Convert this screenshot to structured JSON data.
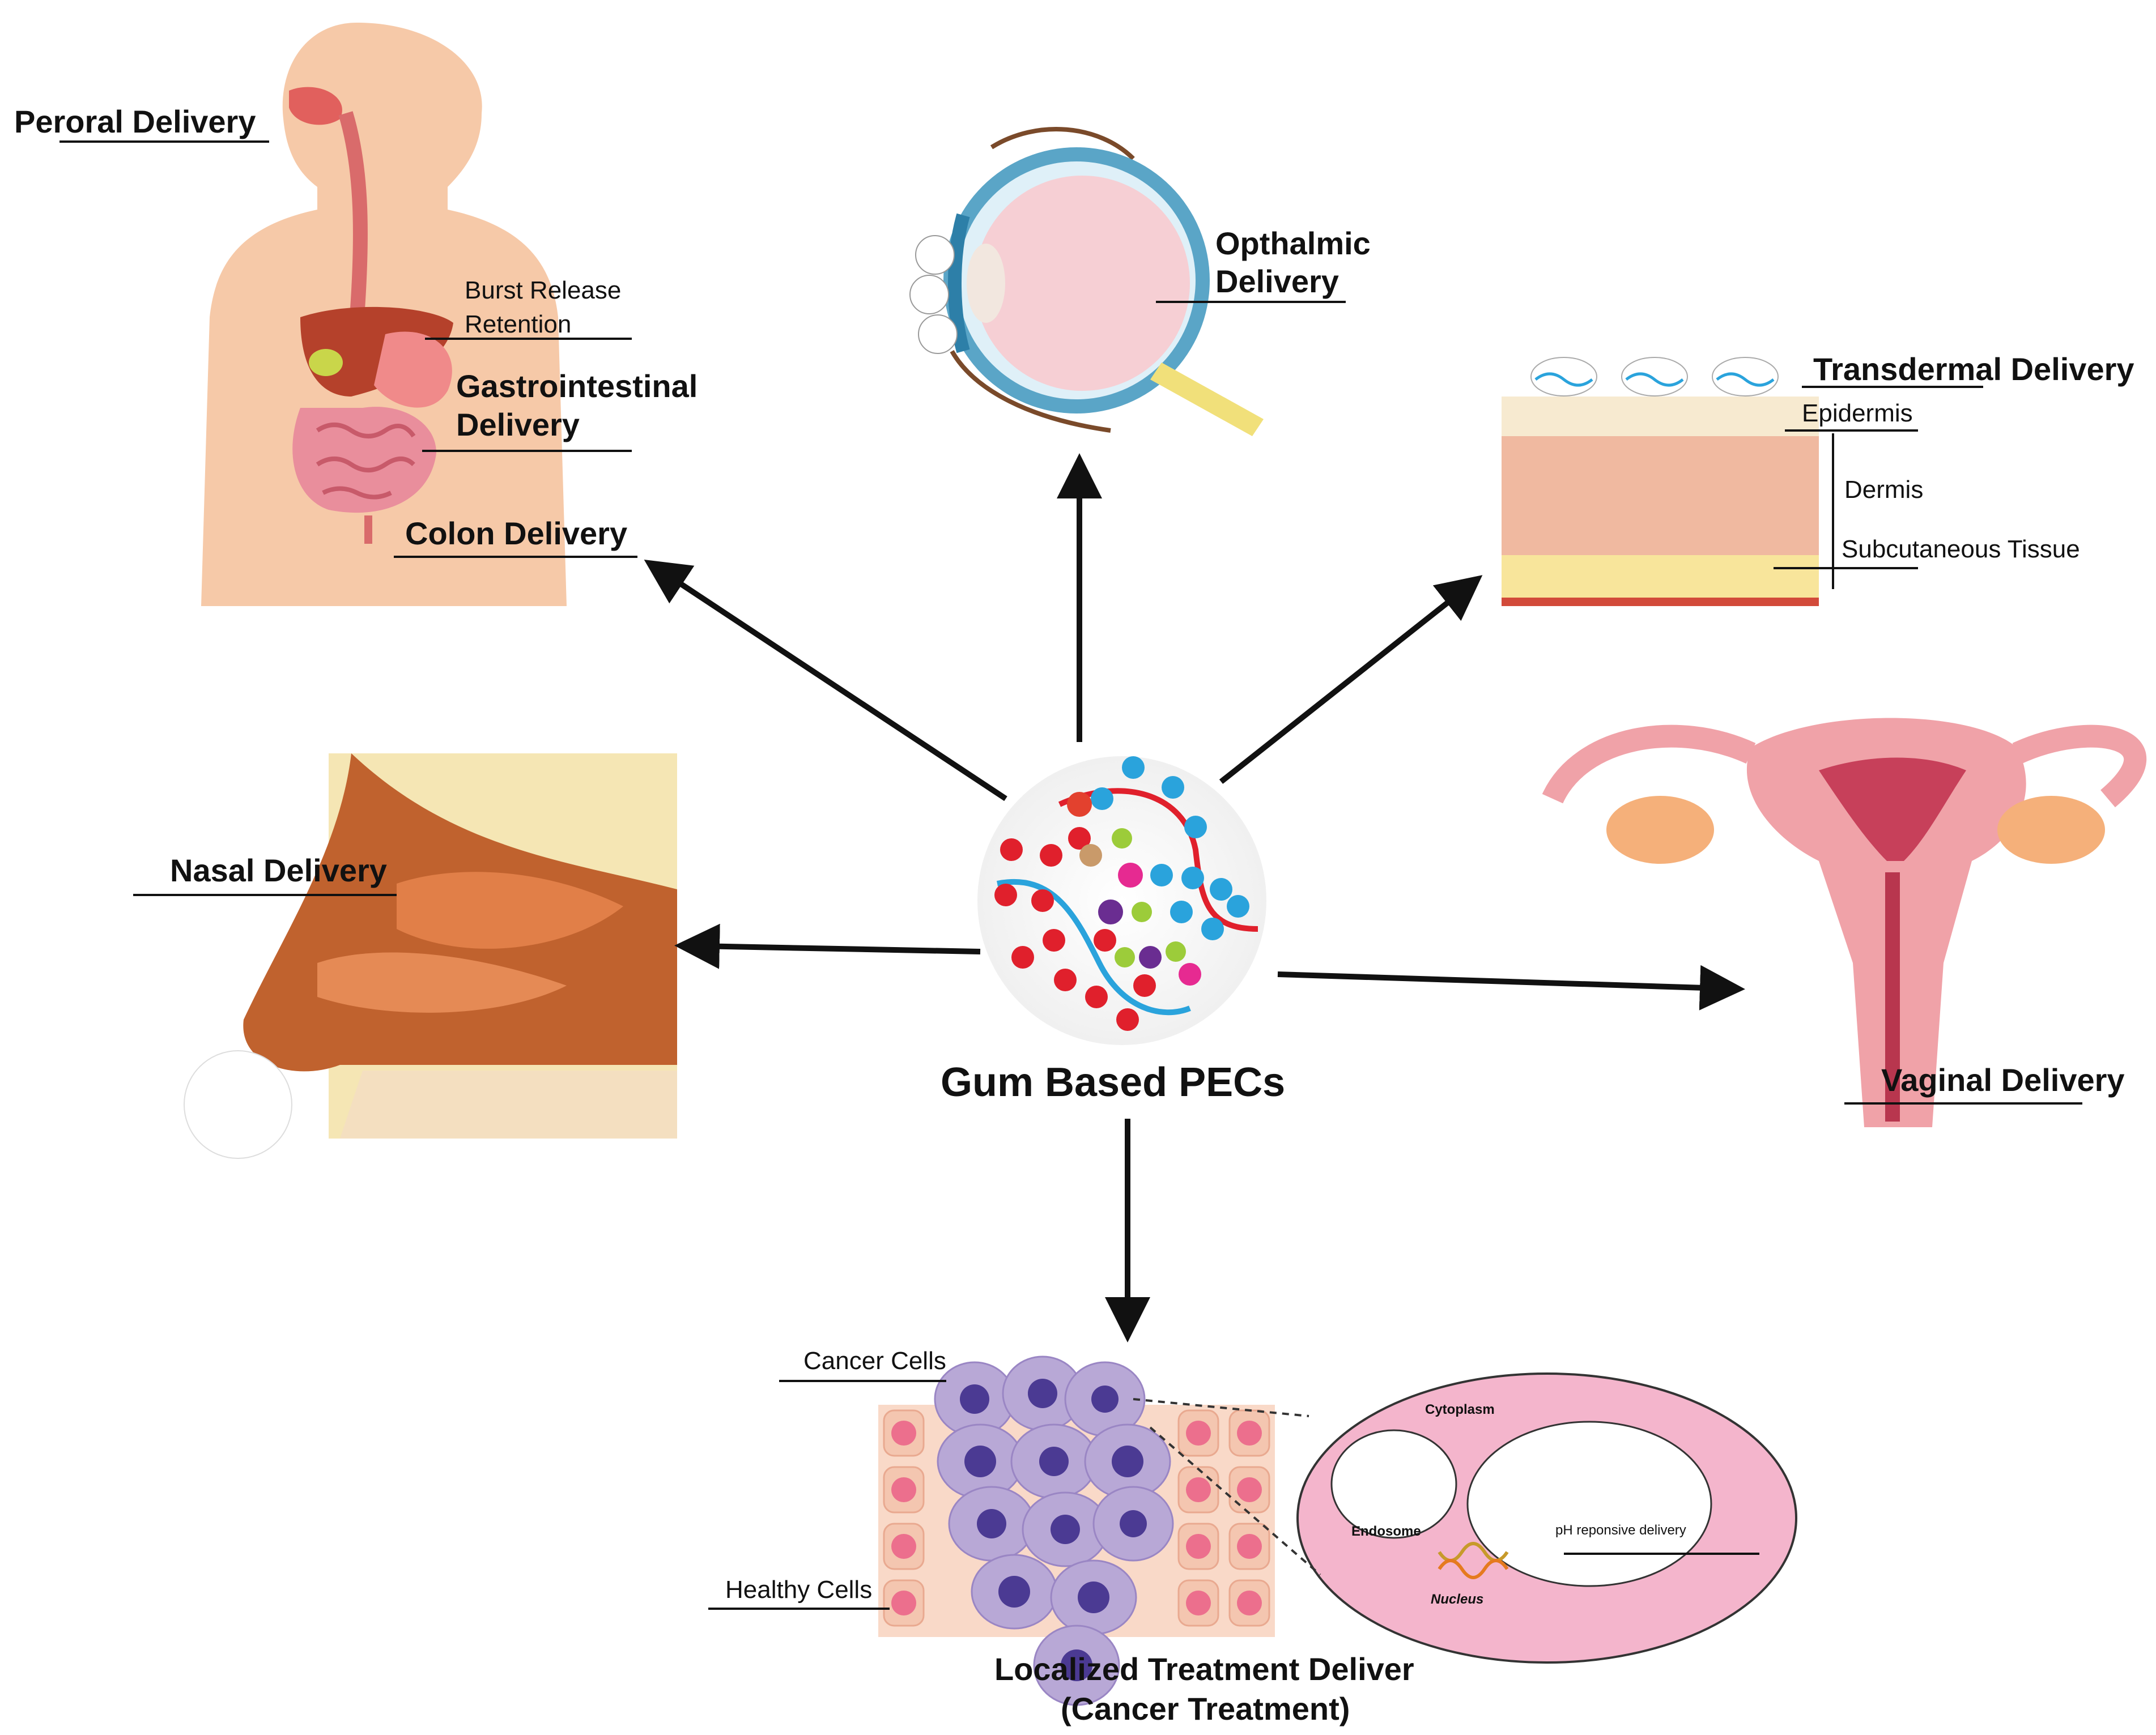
{
  "center": {
    "title": "Gum Based PECs"
  },
  "gi": {
    "peroral": "Peroral Delivery",
    "burst_line1": "Burst Release",
    "burst_line2": "Retention",
    "gastro_line1": "Gastrointestinal",
    "gastro_line2": "Delivery",
    "colon": "Colon Delivery"
  },
  "eye": {
    "line1": "Opthalmic",
    "line2": "Delivery"
  },
  "skin": {
    "title": "Transdermal Delivery",
    "epidermis": "Epidermis",
    "dermis": "Dermis",
    "subcutaneous": "Subcutaneous Tissue"
  },
  "nasal": {
    "title": "Nasal Delivery"
  },
  "vaginal": {
    "title": "Vaginal Delivery"
  },
  "cancer": {
    "cancer_cells": "Cancer Cells",
    "healthy_cells": "Healthy Cells",
    "cytoplasm": "Cytoplasm",
    "endosome": "Endosome",
    "ph": "pH reponsive delivery",
    "nucleus": "Nucleus",
    "title_line1": "Localized Treatment Deliver",
    "title_line2": "(Cancer Treatment)"
  },
  "colors": {
    "skin_body": "#f6c9a8",
    "cation": "#2aa3dc",
    "anion": "#e0202c",
    "arrow": "#111111",
    "cancer_cell": "#b8a8d6",
    "healthy_cell": "#f4c6b0"
  }
}
